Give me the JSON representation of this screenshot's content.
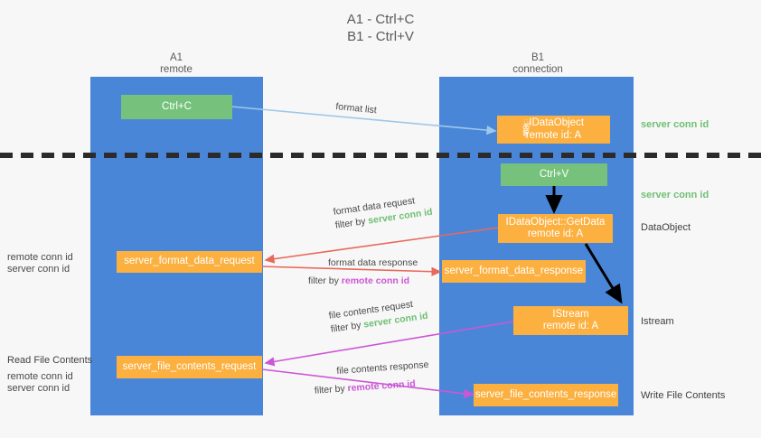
{
  "title": {
    "line1": "A1 - Ctrl+C",
    "line2": "B1 - Ctrl+V"
  },
  "columns": [
    {
      "name": "A1",
      "sub": "remote"
    },
    {
      "name": "B1",
      "sub": "connection"
    }
  ],
  "colors": {
    "lane": "#4a86d8",
    "green_box": "#76c27c",
    "orange_box": "#fbb040",
    "server_conn": "#6fbf73",
    "remote_conn": "#cc56d6",
    "arrow_blue": "#9dc8ea",
    "arrow_red": "#e8685a",
    "arrow_magenta": "#cc56d6",
    "arrow_black": "#000000",
    "background": "#f7f7f7"
  },
  "boxes": {
    "ctrl_c": {
      "label": "Ctrl+C"
    },
    "ctrl_v": {
      "label": "Ctrl+V"
    },
    "idataobject": {
      "line1": "ྪྦྷIDataObject",
      "line2": "remote id: A"
    },
    "getdata": {
      "line1": "IDataObject::GetData",
      "line2": "remote id: A"
    },
    "istream": {
      "line1": "IStream",
      "line2": "remote id: A"
    },
    "server_format_data_request": {
      "label": "server_format_data_request"
    },
    "server_format_data_response": {
      "label": "server_format_data_response"
    },
    "server_file_contents_request": {
      "label": "server_file_contents_request"
    },
    "server_file_contents_response": {
      "label": "server_file_contents_response"
    }
  },
  "edge_labels": {
    "format_list": "format list",
    "format_data_request": "format data request",
    "format_data_request_filter_prefix": "filter by ",
    "format_data_request_filter_value": "server conn id",
    "format_data_response": "format data response",
    "format_data_response_filter_prefix": "filter by ",
    "format_data_response_filter_value": "remote conn id",
    "file_contents_request": "file contents request",
    "file_contents_request_filter_prefix": "filter by ",
    "file_contents_request_filter_value": "server conn id",
    "file_contents_response": "file contents response",
    "file_contents_response_filter_prefix": "filter by ",
    "file_contents_response_filter_value": "remote conn id"
  },
  "right_notes": {
    "server_conn_top": "server conn id",
    "server_conn_mid": "server conn id",
    "dataobject": "DataObject",
    "istream": "Istream",
    "write_file_contents": "Write File Contents"
  },
  "left_notes": {
    "remote_conn_mid": "remote conn id",
    "server_conn_mid": "server conn id",
    "read_file_contents": "Read File Contents",
    "remote_conn_low": "remote conn id",
    "server_conn_low": "server conn id"
  }
}
